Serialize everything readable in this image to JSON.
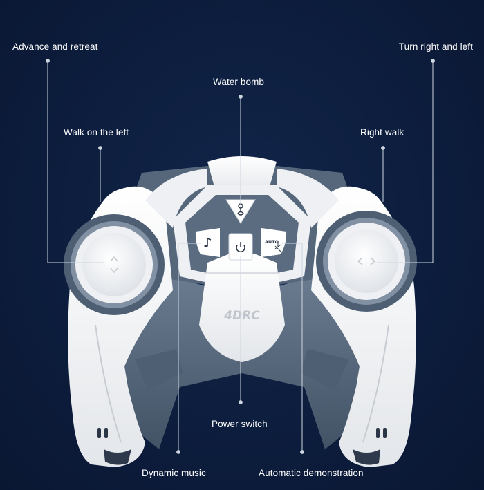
{
  "labels": {
    "advance_retreat": "Advance and retreat",
    "turn_right_left": "Turn right and left",
    "water_bomb": "Water bomb",
    "walk_left": "Walk on the left",
    "right_walk": "Right walk",
    "power_switch": "Power switch",
    "dynamic_music": "Dynamic music",
    "auto_demo": "Automatic demonstration"
  },
  "brand": "4DRC",
  "auto_button_text": "AUTO",
  "colors": {
    "background": "#0d1d3d",
    "shell": "#f2f3f5",
    "trim": "#5a6b80",
    "leader_line": "#cfd6e0"
  }
}
